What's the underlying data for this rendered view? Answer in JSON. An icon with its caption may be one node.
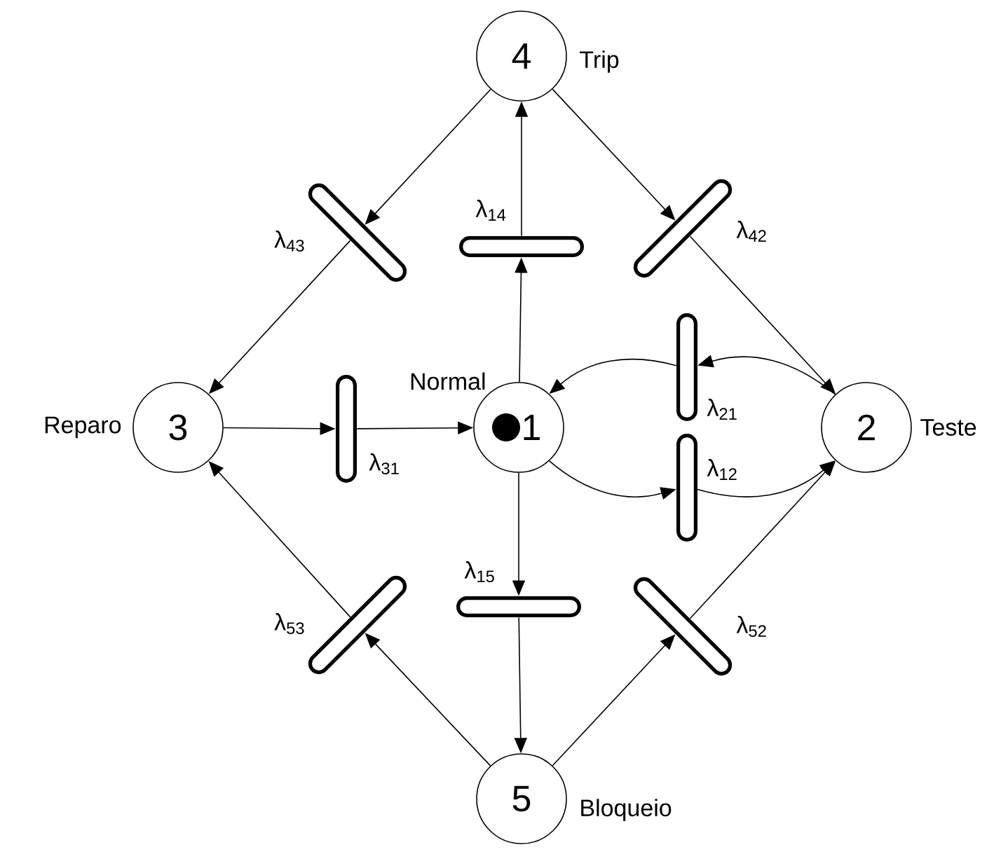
{
  "diagram": {
    "nodes": [
      {
        "text": [
          "1"
        ],
        "beside": [
          "Normal"
        ]
      },
      {
        "text": [
          "2"
        ],
        "beside": [
          "Teste"
        ]
      },
      {
        "text": [
          "3"
        ],
        "beside": [
          "Reparo"
        ]
      },
      {
        "text": [
          "4"
        ],
        "beside": [
          "Trip"
        ]
      },
      {
        "text": [
          "5"
        ],
        "beside": [
          "Bloqueio"
        ]
      },
      {
        "text": [],
        "shape": "bar",
        "beside": [
          "λ$_{43}$"
        ]
      },
      {
        "text": [],
        "shape": "bar",
        "beside": [
          "λ$_{14}$"
        ]
      },
      {
        "text": [],
        "shape": "bar",
        "beside": [
          "λ$_{42}$"
        ]
      },
      {
        "text": [],
        "shape": "bar",
        "beside": [
          "λ$_{21}$"
        ]
      },
      {
        "text": [],
        "shape": "bar",
        "beside": [
          "λ$_{31}$"
        ]
      },
      {
        "text": [],
        "shape": "bar",
        "beside": [
          "λ$_{12}$"
        ]
      },
      {
        "text": [],
        "shape": "bar",
        "beside": [
          "λ$_{15}$"
        ]
      },
      {
        "text": [],
        "shape": "bar",
        "beside": [
          "λ$_{53}$"
        ]
      },
      {
        "text": [],
        "shape": "bar",
        "beside": [
          "λ$_{52}$"
        ]
      }
    ],
    "edges": [
      {
        "from": 0,
        "to": 6,
        "arrow": "to"
      },
      {
        "from": 6,
        "to": 3,
        "arrow": "to"
      },
      {
        "from": 3,
        "to": 5,
        "arrow": "to"
      },
      {
        "from": 5,
        "to": 2,
        "arrow": "to"
      },
      {
        "from": 3,
        "to": 7,
        "arrow": "to"
      },
      {
        "from": 7,
        "to": 1,
        "arrow": "to"
      },
      {
        "from": 1,
        "to": 8,
        "arrow": "to"
      },
      {
        "from": 8,
        "to": 0,
        "arrow": "to"
      },
      {
        "from": 0,
        "to": 10,
        "arrow": "to"
      },
      {
        "from": 10,
        "to": 1,
        "arrow": "to"
      },
      {
        "from": 2,
        "to": 9,
        "arrow": "to"
      },
      {
        "from": 9,
        "to": 0,
        "arrow": "to"
      },
      {
        "from": 0,
        "to": 11,
        "arrow": "to"
      },
      {
        "from": 11,
        "to": 4,
        "arrow": "to"
      },
      {
        "from": 4,
        "to": 12,
        "arrow": "to"
      },
      {
        "from": 12,
        "to": 2,
        "arrow": "to"
      },
      {
        "from": 4,
        "to": 13,
        "arrow": "to"
      },
      {
        "from": 13,
        "to": 1,
        "arrow": "to"
      }
    ]
  }
}
